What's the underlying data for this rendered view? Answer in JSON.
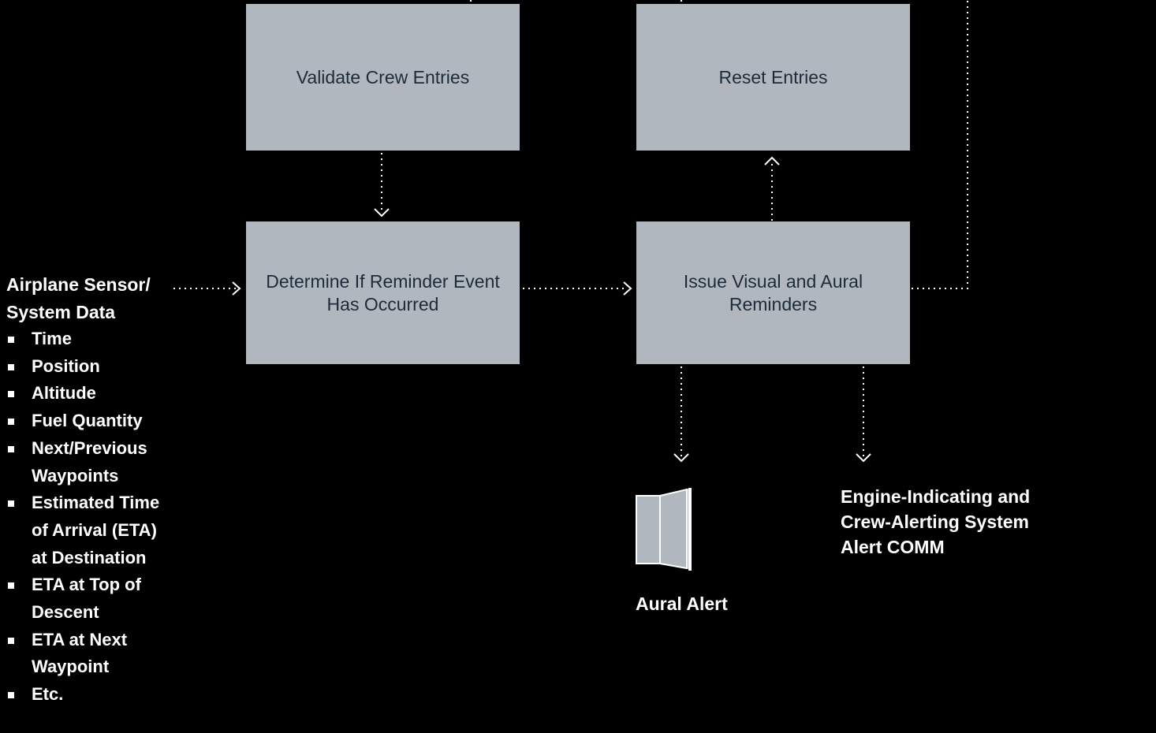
{
  "boxes": {
    "validate": "Validate Crew Entries",
    "reset": "Reset Entries",
    "determine": "Determine If Reminder Event\nHas Occurred",
    "issue": "Issue Visual and Aural\nReminders"
  },
  "inputs": {
    "title": "Airplane Sensor/\nSystem Data",
    "items": [
      "Time",
      "Position",
      "Altitude",
      "Fuel Quantity",
      "Next/Previous Waypoints",
      "Estimated Time of Arrival (ETA) at Destination",
      "ETA at Top of Descent",
      "ETA at Next Waypoint",
      "Etc."
    ]
  },
  "outputs": {
    "aural_alert": "Aural Alert",
    "eicas_alert": "Engine-Indicating and\nCrew-Alerting System\nAlert COMM"
  },
  "icons": {
    "speaker": "speaker-icon"
  },
  "colors": {
    "background": "#000000",
    "box_fill": "#b1b7bf",
    "box_text": "#1c2b39",
    "connector": "#ffffff"
  }
}
